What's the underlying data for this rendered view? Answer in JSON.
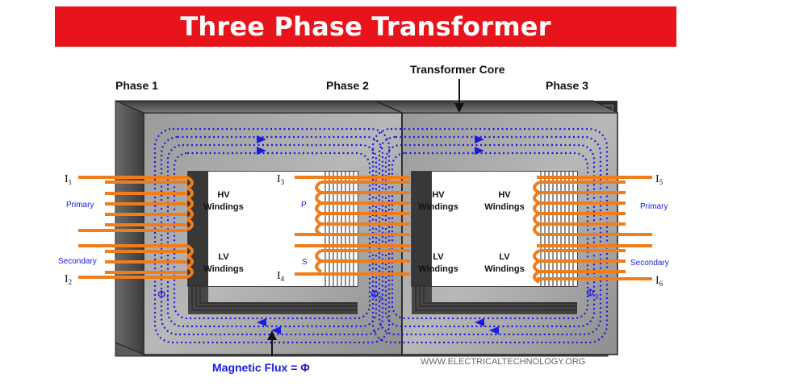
{
  "title": "Three Phase Transformer",
  "labels": {
    "phase1": "Phase 1",
    "phase2": "Phase 2",
    "phase3": "Phase 3",
    "core": "Transformer Core",
    "magnetic_flux": "Magnetic Flux = Φ",
    "website": "WWW.ELECTRICALTECHNOLOGY.ORG"
  },
  "currents": {
    "i1": {
      "letter": "I",
      "sub": "1"
    },
    "i2": {
      "letter": "I",
      "sub": "2"
    },
    "i3": {
      "letter": "I",
      "sub": "3"
    },
    "i4": {
      "letter": "I",
      "sub": "4"
    },
    "i5": {
      "letter": "I",
      "sub": "5"
    },
    "i6": {
      "letter": "I",
      "sub": "6"
    }
  },
  "fluxes": {
    "phi1": {
      "letter": "Φ",
      "sub": "1"
    },
    "phi2": {
      "letter": "Φ",
      "sub": "2"
    },
    "phi3": {
      "letter": "Φ",
      "sub": "3"
    }
  },
  "windings": {
    "primary_left": "Primary",
    "secondary_left": "Secondary",
    "primary_right": "Primary",
    "secondary_right": "Secondary",
    "p_short": "P",
    "s_short": "S",
    "hv": "HV",
    "lv": "LV",
    "windings_word": "Windings"
  },
  "colors": {
    "banner": "#e8141b",
    "flux": "#1a1ae6",
    "coil": "#f07d1a",
    "core_dark": "#555555",
    "core_light": "#a8a8a8"
  }
}
